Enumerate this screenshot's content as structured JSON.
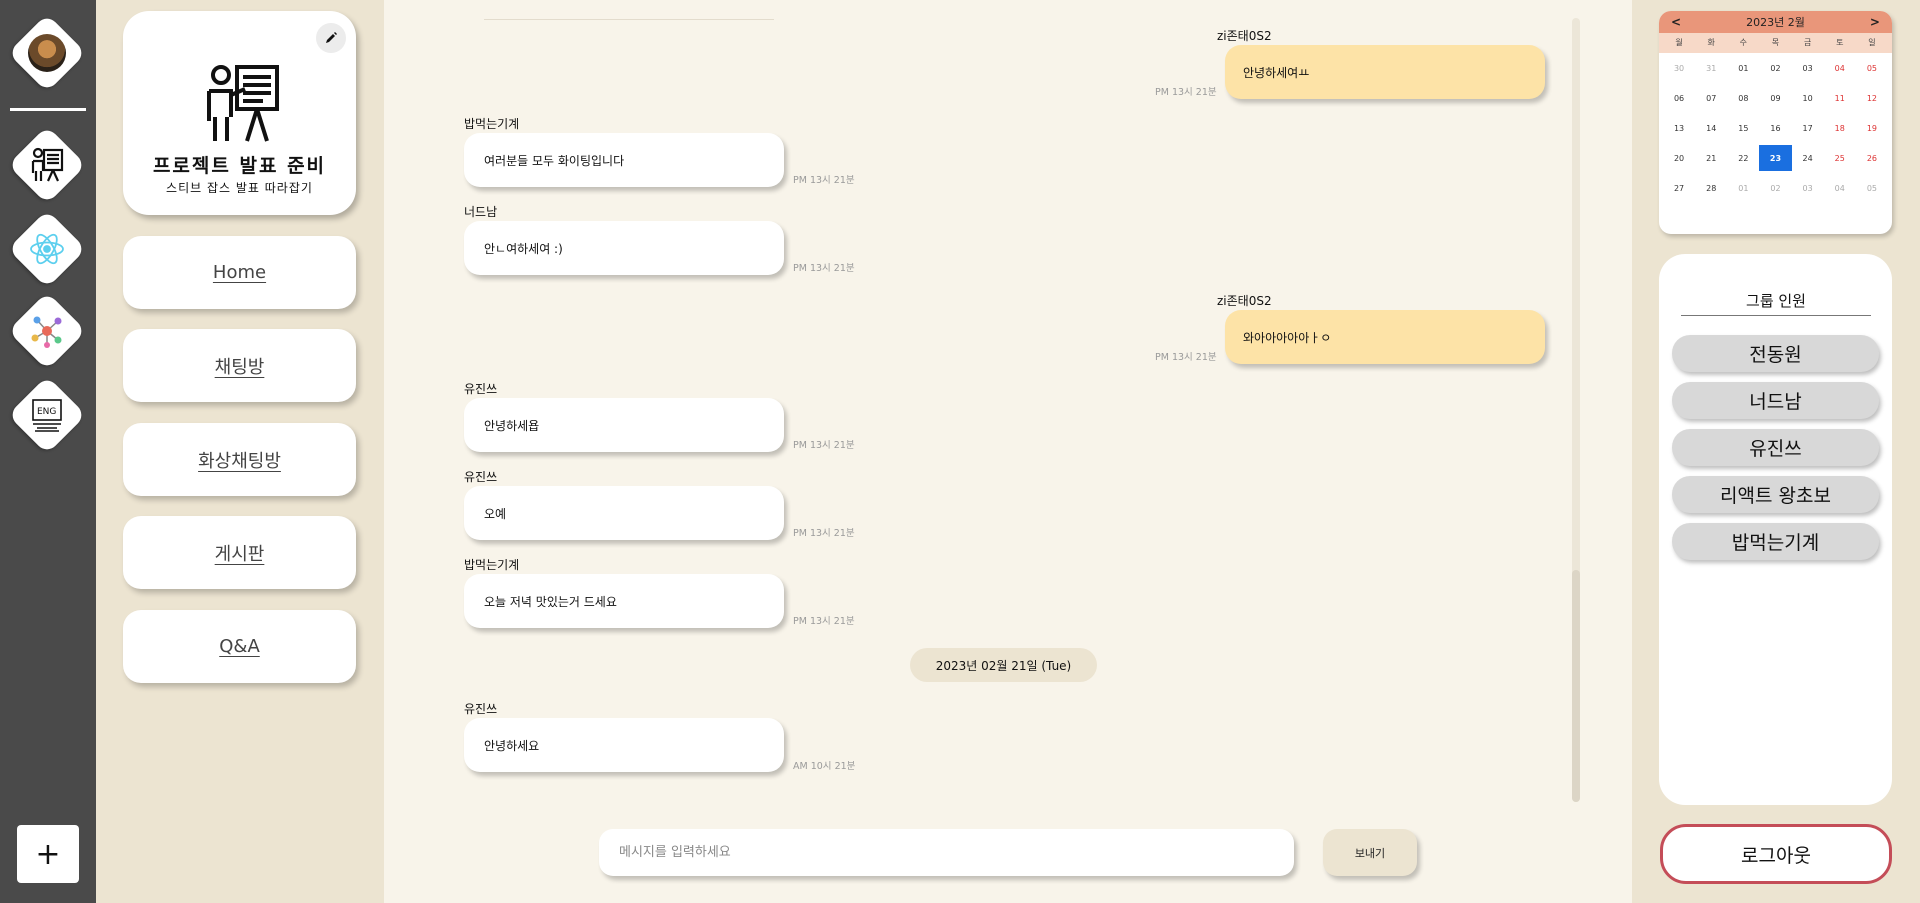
{
  "rail": {
    "items": [
      {
        "icon": "user-avatar"
      },
      {
        "icon": "presentation-icon"
      },
      {
        "icon": "react-icon"
      },
      {
        "icon": "network-graph-icon"
      },
      {
        "icon": "english-class-icon"
      }
    ],
    "add_label": "+"
  },
  "project": {
    "title": "프로젝트 발표 준비",
    "subtitle": "스티브 잡스 발표 따라잡기"
  },
  "nav": {
    "home": "Home",
    "chat": "채팅방",
    "video_chat": "화상채팅방",
    "board": "게시판",
    "qna": "Q&A"
  },
  "messages": [
    {
      "sender": "zi존태0S2",
      "text": "안녕하세여ㅛ",
      "time": "PM 13시 21분",
      "mine": true
    },
    {
      "sender": "밥먹는기계",
      "text": "여러분들 모두 화이팅입니다",
      "time": "PM 13시 21분",
      "mine": false
    },
    {
      "sender": "너드남",
      "text": "안ㄴ여하세여 :)",
      "time": "PM 13시 21분",
      "mine": false
    },
    {
      "sender": "zi존태0S2",
      "text": "와아아아아아ㅏㅇ",
      "time": "PM 13시 21분",
      "mine": true
    },
    {
      "sender": "유진쓰",
      "text": "안녕하세욥",
      "time": "PM 13시 21분",
      "mine": false
    },
    {
      "sender": "유진쓰",
      "text": "오예",
      "time": "PM 13시 21분",
      "mine": false
    },
    {
      "sender": "밥먹는기계",
      "text": "오늘 저녁 맛있는거 드세요",
      "time": "PM 13시 21분",
      "mine": false
    },
    {
      "sender": "유진쓰",
      "text": "안녕하세요",
      "time": "AM 10시 21분",
      "mine": false
    }
  ],
  "date_divider": "2023년 02월 21일 (Tue)",
  "composer": {
    "placeholder": "메시지를 입력하세요",
    "value": "",
    "send_label": "보내기"
  },
  "calendar": {
    "month_label": "2023년 2월",
    "prev": "<",
    "next": ">",
    "weekdays": [
      "월",
      "화",
      "수",
      "목",
      "금",
      "토",
      "일"
    ],
    "weeks": [
      [
        "30",
        "31",
        "01",
        "02",
        "03",
        "04",
        "05"
      ],
      [
        "06",
        "07",
        "08",
        "09",
        "10",
        "11",
        "12"
      ],
      [
        "13",
        "14",
        "15",
        "16",
        "17",
        "18",
        "19"
      ],
      [
        "20",
        "21",
        "22",
        "23",
        "24",
        "25",
        "26"
      ],
      [
        "27",
        "28",
        "01",
        "02",
        "03",
        "04",
        "05"
      ]
    ],
    "today": "23",
    "colors": {
      "header": "#e9967a",
      "weekday_row": "#f7d9c8",
      "today": "#1a6fe0",
      "weekend": "#d33333"
    }
  },
  "members": {
    "title": "그룹 인원",
    "list": [
      "전동원",
      "너드남",
      "유진쓰",
      "리액트 왕초보",
      "밥먹는기계"
    ]
  },
  "logout_label": "로그아웃",
  "colors": {
    "rail": "#4a4a4a",
    "panel": "#ece4d1",
    "chat_bg": "#f8f4ea",
    "my_bubble": "#fde3a7",
    "logout_border": "#c44d58"
  }
}
